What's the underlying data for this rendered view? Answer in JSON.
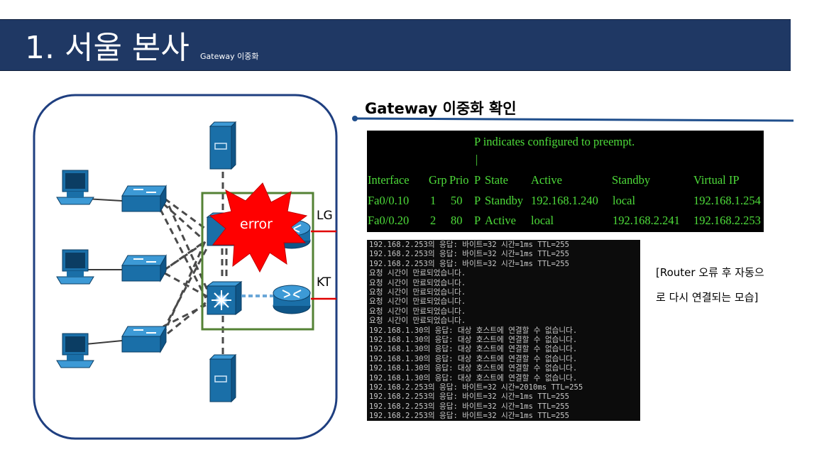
{
  "header": {
    "title": "1.  서울 본사",
    "subtitle": "Gateway 이중화"
  },
  "section": {
    "title": "Gateway 이중화 확인"
  },
  "diagram": {
    "error_label": "error",
    "isp_lg": "LG",
    "isp_kt": "KT",
    "icons": [
      "pc-icon",
      "switch-icon",
      "server-icon",
      "router-icon",
      "l3-switch-icon",
      "error-burst-icon"
    ]
  },
  "hsrp_output": {
    "note": "P indicates configured to preempt.",
    "bar": "|",
    "headers": [
      "Interface",
      "Grp",
      "Prio",
      "P",
      "State",
      "Active",
      "Standby",
      "Virtual IP"
    ],
    "rows": [
      [
        "Fa0/0.10",
        "1",
        "50",
        "P",
        "Standby",
        "192.168.1.240",
        "local",
        "192.168.1.254"
      ],
      [
        "Fa0/0.20",
        "2",
        "80",
        "P",
        "Active",
        "local",
        "192.168.2.241",
        "192.168.2.253"
      ]
    ]
  },
  "ping_output": {
    "lines": [
      "192.168.2.253의 응답: 바이트=32 시간=1ms TTL=255",
      "192.168.2.253의 응답: 바이트=32 시간=1ms TTL=255",
      "192.168.2.253의 응답: 바이트=32 시간=1ms TTL=255",
      "요청 시간이 만료되었습니다.",
      "요청 시간이 만료되었습니다.",
      "요청 시간이 만료되었습니다.",
      "요청 시간이 만료되었습니다.",
      "요청 시간이 만료되었습니다.",
      "요청 시간이 만료되었습니다.",
      "192.168.1.30의 응답: 대상 호스트에 연결할 수 없습니다.",
      "192.168.1.30의 응답: 대상 호스트에 연결할 수 없습니다.",
      "192.168.1.30의 응답: 대상 호스트에 연결할 수 없습니다.",
      "192.168.1.30의 응답: 대상 호스트에 연결할 수 없습니다.",
      "192.168.1.30의 응답: 대상 호스트에 연결할 수 없습니다.",
      "192.168.1.30의 응답: 대상 호스트에 연결할 수 없습니다.",
      "192.168.2.253의 응답: 바이트=32 시간=2010ms TTL=255",
      "192.168.2.253의 응답: 바이트=32 시간=1ms TTL=255",
      "192.168.2.253의 응답: 바이트=32 시간=1ms TTL=255",
      "192.168.2.253의 응답: 바이트=32 시간=1ms TTL=255"
    ]
  },
  "caption": {
    "line1": "[Router 오류 후 자동으",
    "line2": "로 다시 연결되는 모습]"
  },
  "colors": {
    "header_bg": "#1f3864",
    "frame": "#1f3f80",
    "device_blue": "#1a6fa8",
    "group_box": "#548235",
    "isp_link": "#e00000",
    "terminal_green": "#4edc3a"
  }
}
